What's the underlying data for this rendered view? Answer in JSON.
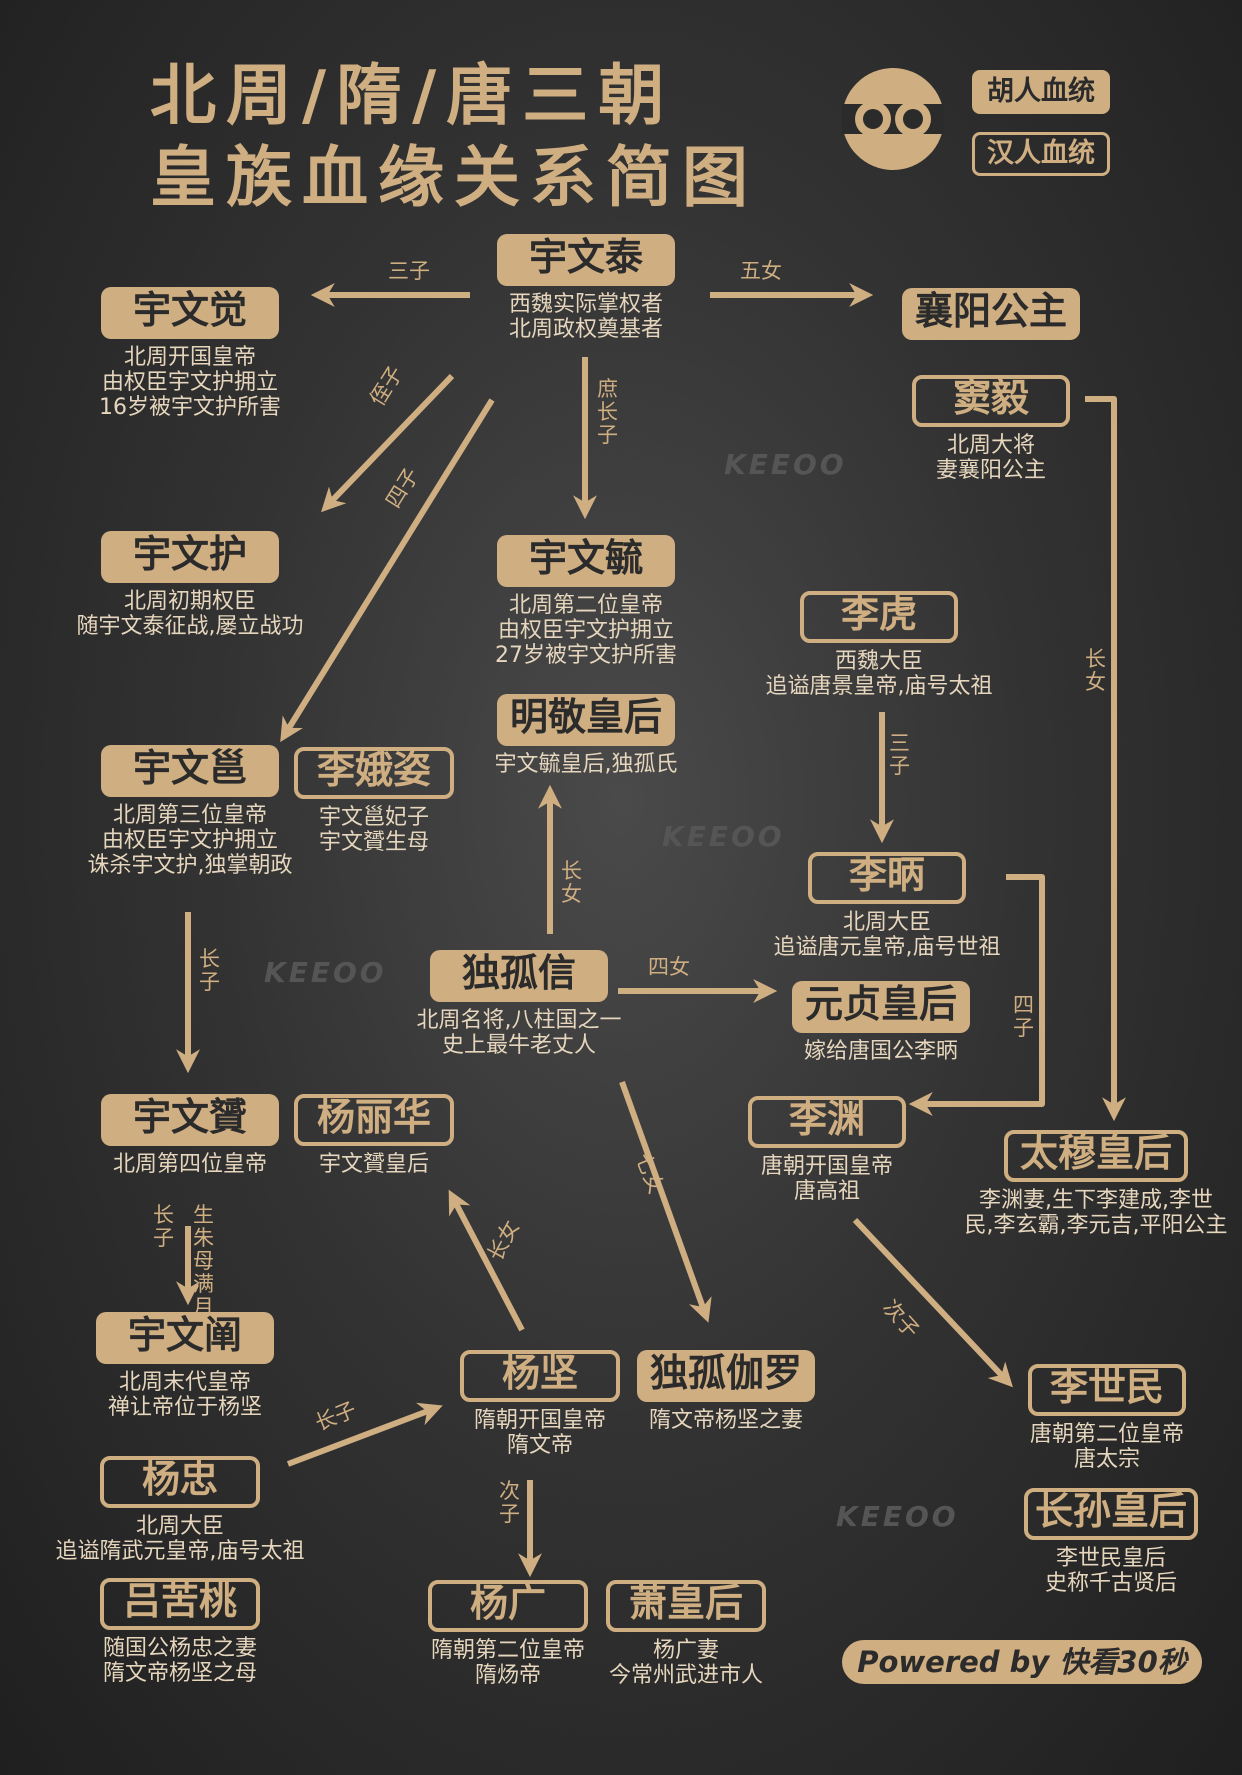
{
  "title": {
    "line1": "北周/隋/唐三朝",
    "line2": "皇族血缘关系简图"
  },
  "legend": {
    "hu": "胡人血统",
    "han": "汉人血统"
  },
  "watermark": "KEEOO",
  "powered_by": "Powered by 快看30秒",
  "colors": {
    "accent": "#cfae82",
    "background": "#2f2f2f",
    "text_dark": "#2b2b2b",
    "desc_text": "#e6d6bd"
  },
  "nodes": {
    "yuwentai": {
      "name": "宇文泰",
      "desc": [
        "西魏实际掌权者",
        "北周政权奠基者"
      ],
      "lineage": "hu"
    },
    "yuwenjue": {
      "name": "宇文觉",
      "desc": [
        "北周开国皇帝",
        "由权臣宇文护拥立",
        "16岁被宇文护所害"
      ],
      "lineage": "hu"
    },
    "xiangyang": {
      "name": "襄阳公主",
      "desc": [],
      "lineage": "hu"
    },
    "douyi": {
      "name": "窦毅",
      "desc": [
        "北周大将",
        "妻襄阳公主"
      ],
      "lineage": "han"
    },
    "yuwenhu": {
      "name": "宇文护",
      "desc": [
        "北周初期权臣",
        "随宇文泰征战,屡立战功"
      ],
      "lineage": "hu"
    },
    "yuwenyu": {
      "name": "宇文毓",
      "desc": [
        "北周第二位皇帝",
        "由权臣宇文护拥立",
        "27岁被宇文护所害"
      ],
      "lineage": "hu"
    },
    "lihu": {
      "name": "李虎",
      "desc": [
        "西魏大臣",
        "追谥唐景皇帝,庙号太祖"
      ],
      "lineage": "han"
    },
    "mingjing": {
      "name": "明敬皇后",
      "desc": [
        "宇文毓皇后,独孤氏"
      ],
      "lineage": "hu"
    },
    "yuwenyong": {
      "name": "宇文邕",
      "desc": [
        "北周第三位皇帝",
        "由权臣宇文护拥立",
        "诛杀宇文护,独掌朝政"
      ],
      "lineage": "hu"
    },
    "lieezi": {
      "name": "李娥姿",
      "desc": [
        "宇文邕妃子",
        "宇文贇生母"
      ],
      "lineage": "han"
    },
    "libing": {
      "name": "李昞",
      "desc": [
        "北周大臣",
        "追谥唐元皇帝,庙号世祖"
      ],
      "lineage": "han"
    },
    "dugu": {
      "name": "独孤信",
      "desc": [
        "北周名将,八柱国之一",
        "史上最牛老丈人"
      ],
      "lineage": "hu"
    },
    "yuanzhen": {
      "name": "元贞皇后",
      "desc": [
        "嫁给唐国公李昞"
      ],
      "lineage": "hu"
    },
    "yuwenyun": {
      "name": "宇文贇",
      "desc": [
        "北周第四位皇帝"
      ],
      "lineage": "hu"
    },
    "yanglihua": {
      "name": "杨丽华",
      "desc": [
        "宇文贇皇后"
      ],
      "lineage": "han"
    },
    "liyuan": {
      "name": "李渊",
      "desc": [
        "唐朝开国皇帝",
        "唐高祖"
      ],
      "lineage": "han"
    },
    "taimu": {
      "name": "太穆皇后",
      "desc": [
        "李渊妻,生下李建成,李世",
        "民,李玄霸,李元吉,平阳公主"
      ],
      "lineage": "han"
    },
    "yuwenchan": {
      "name": "宇文阐",
      "desc": [
        "北周末代皇帝",
        "禅让帝位于杨坚"
      ],
      "lineage": "hu"
    },
    "yangjian": {
      "name": "杨坚",
      "desc": [
        "隋朝开国皇帝",
        "隋文帝"
      ],
      "lineage": "han"
    },
    "duguqieluo": {
      "name": "独孤伽罗",
      "desc": [
        "隋文帝杨坚之妻"
      ],
      "lineage": "hu"
    },
    "lishimin": {
      "name": "李世民",
      "desc": [
        "唐朝第二位皇帝",
        "唐太宗"
      ],
      "lineage": "han"
    },
    "yangzhong": {
      "name": "杨忠",
      "desc": [
        "北周大臣",
        "追谥隋武元皇帝,庙号太祖"
      ],
      "lineage": "han"
    },
    "zhangsun": {
      "name": "长孙皇后",
      "desc": [
        "李世民皇后",
        "史称千古贤后"
      ],
      "lineage": "han"
    },
    "lvkutao": {
      "name": "吕苦桃",
      "desc": [
        "随国公杨忠之妻",
        "隋文帝杨坚之母"
      ],
      "lineage": "han"
    },
    "yangguang": {
      "name": "杨广",
      "desc": [
        "隋朝第二位皇帝",
        "隋炀帝"
      ],
      "lineage": "han"
    },
    "xiao": {
      "name": "萧皇后",
      "desc": [
        "杨广妻",
        "今常州武进市人"
      ],
      "lineage": "han"
    }
  },
  "edges": [
    {
      "from": "yuwentai",
      "to": "yuwenjue",
      "label": "三子"
    },
    {
      "from": "yuwentai",
      "to": "xiangyang",
      "label": "五女"
    },
    {
      "from": "yuwentai",
      "to": "yuwenhu",
      "label": "侄子"
    },
    {
      "from": "yuwentai",
      "to": "yuwenyong",
      "label": "四子"
    },
    {
      "from": "yuwentai",
      "to": "yuwenyu",
      "label": "庶长子"
    },
    {
      "from": "douyi",
      "to": "taimu",
      "label": "长女"
    },
    {
      "from": "lihu",
      "to": "libing",
      "label": "三子"
    },
    {
      "from": "dugu",
      "to": "mingjing",
      "label": "长女"
    },
    {
      "from": "dugu",
      "to": "yuanzhen",
      "label": "四女"
    },
    {
      "from": "dugu",
      "to": "duguqieluo",
      "label": "七女"
    },
    {
      "from": "libing",
      "to": "liyuan",
      "label": "四子"
    },
    {
      "from": "yuwenyong",
      "to": "yuwenyun",
      "label": "长子"
    },
    {
      "from": "yuwenyun",
      "to": "yuwenchan",
      "label": "长子"
    },
    {
      "from": "yuwenyun",
      "to": "yuwenchan",
      "label": "生朱母满月"
    },
    {
      "from": "yangjian",
      "to": "yanglihua",
      "label": "长女"
    },
    {
      "from": "liyuan",
      "to": "lishimin",
      "label": "次子"
    },
    {
      "from": "yangzhong",
      "to": "yangjian",
      "label": "长子"
    },
    {
      "from": "yangjian",
      "to": "yangguang",
      "label": "次子"
    }
  ]
}
